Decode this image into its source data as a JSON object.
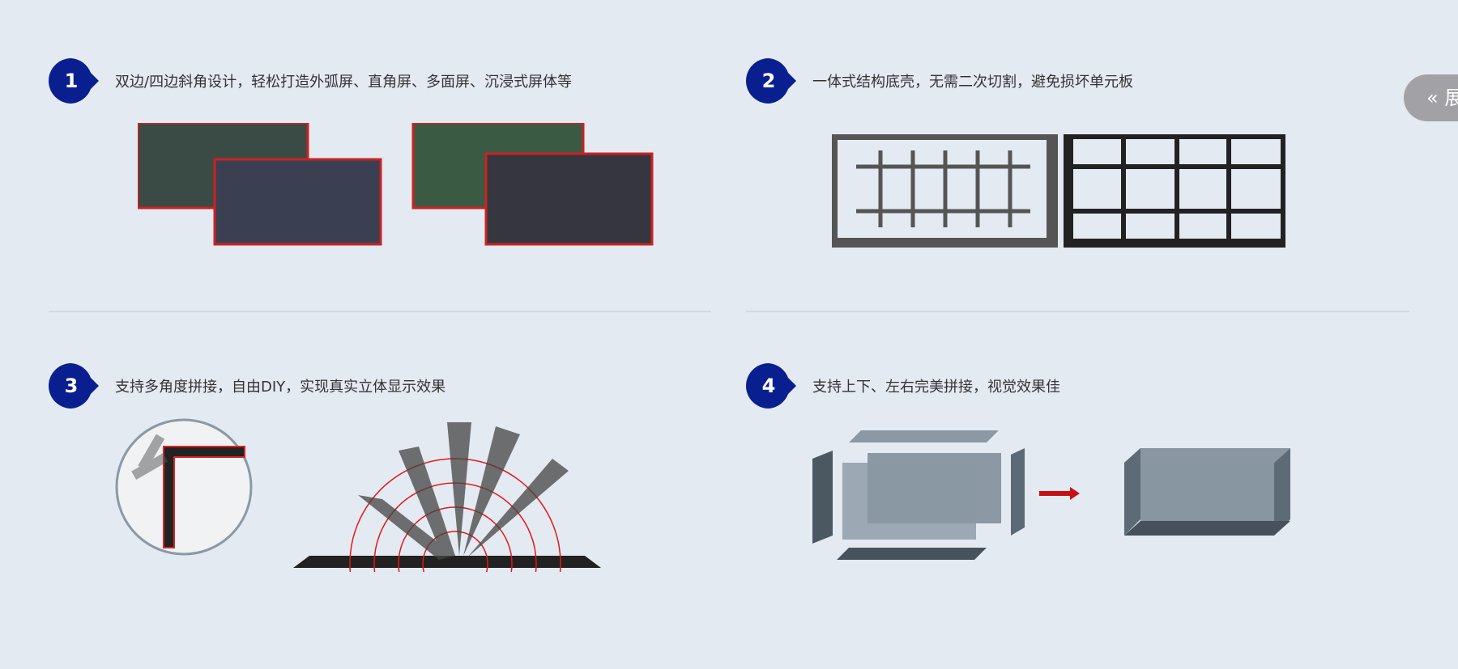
{
  "features": [
    {
      "number": "1",
      "text": "双边/四边斜角设计，轻松打造外弧屏、直角屏、多面屏、沉浸式屏体等"
    },
    {
      "number": "2",
      "text": "一体式结构底壳，无需二次切割，避免损坏单元板"
    },
    {
      "number": "3",
      "text": "支持多角度拼接，自由DIY，实现真实立体显示效果"
    },
    {
      "number": "4",
      "text": "支持上下、左右完美拼接，视觉效果佳"
    }
  ],
  "side_tab": {
    "label": "展开",
    "icon": "double-chevron-left-icon"
  },
  "colors": {
    "badge": "#0a1f8f",
    "background": "#e4eaf2",
    "accent_red": "#d0101a"
  }
}
